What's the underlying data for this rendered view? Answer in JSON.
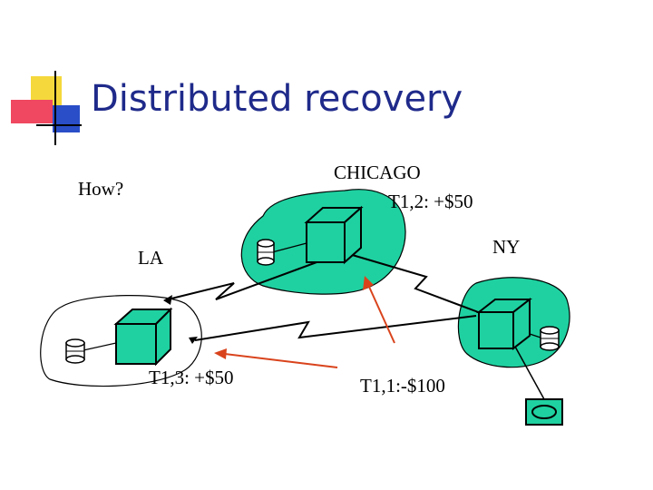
{
  "title": "Distributed recovery",
  "labels": {
    "question": "How?",
    "chicago": "CHICAGO",
    "chicago_txn": "T1,2: +$50",
    "la": "LA",
    "ny": "NY",
    "la_txn": "T1,3: +$50",
    "coordinator_txn": "T1,1:-$100"
  },
  "colors": {
    "title": "#1f2a8a",
    "site_fill": "#1fd1a0",
    "arrow": "#d9431c",
    "deco_yellow": "#f5d93c",
    "deco_red": "#ef4860",
    "deco_blue": "#2a4ec8"
  }
}
